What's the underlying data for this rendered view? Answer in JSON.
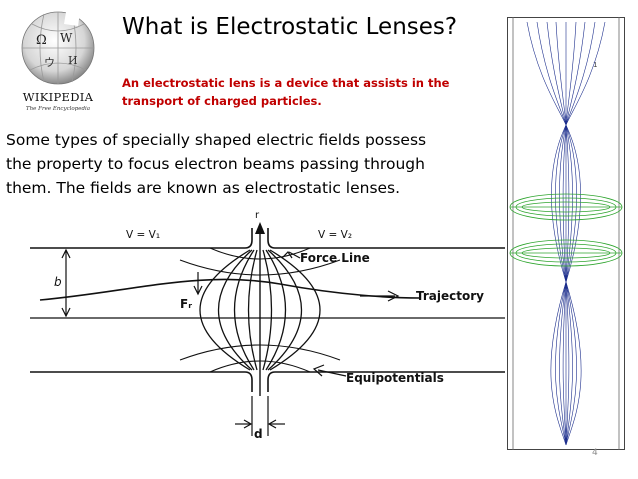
{
  "slide": {
    "title": "What is Electrostatic Lenses?",
    "callout_lines": [
      "An electrostatic lens is a device that assists in the",
      "transport of charged particles."
    ],
    "body_lines": [
      "Some types of specially shaped electric fields possess",
      "the property to focus electron beams passing through",
      "them. The fields are known as electrostatic lenses."
    ],
    "page_number": "4",
    "accent_color": "#c00000"
  },
  "logo": {
    "wordmark": "WIKIPEDIA",
    "tagline": "The Free Encyclopedia"
  },
  "diagram": {
    "label_r": "r",
    "label_v1": "V = V₁",
    "label_v2": "V = V₂",
    "label_force_line": "Force Line",
    "label_trajectory": "Trajectory",
    "label_b": "b",
    "label_fr": "Fᵣ",
    "label_equipotentials": "Equipotentials",
    "label_d": "d"
  },
  "simulation": {
    "corner_label": "1",
    "beam_color": "#1b2d8c",
    "lens_color": "#2fa52f"
  }
}
